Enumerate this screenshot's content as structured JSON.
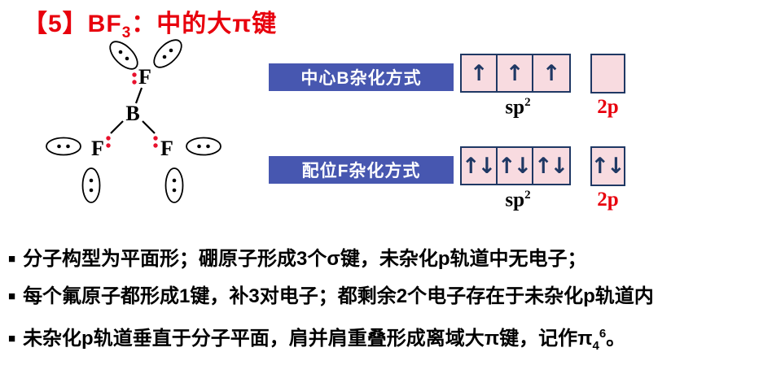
{
  "title": {
    "pre": "【5】BF",
    "sub": "3",
    "post": "：中的大π键"
  },
  "lewis": {
    "atoms": {
      "f_top": "F",
      "b": "B",
      "f_left": "F",
      "f_right": "F"
    }
  },
  "orbitals": {
    "rows": [
      {
        "label": "中心B杂化方式",
        "boxes": [
          "↑",
          "↑",
          "↑"
        ],
        "p_box": "",
        "sp_base": "sp",
        "sp_sup": "2",
        "p_label": "2p"
      },
      {
        "label": "配位F杂化方式",
        "boxes": [
          "↑↓",
          "↑↓",
          "↑↓"
        ],
        "p_box": "↑↓",
        "sp_base": "sp",
        "sp_sup": "2",
        "p_label": "2p"
      }
    ]
  },
  "bullets": [
    {
      "marker": "■",
      "text": "分子构型为平面形；硼原子形成3个σ键，未杂化p轨道中无电子；"
    },
    {
      "marker": "■",
      "text": "每个氟原子都形成1键，补3对电子；都剩余2个电子存在于未杂化p轨道内"
    },
    {
      "marker": "■",
      "text": "未杂化p轨道垂直于分子平面，肩并肩重叠形成离域大π键，记作π",
      "pi_sub": "4",
      "pi_sup": "6",
      "tail": "。"
    }
  ],
  "colors": {
    "title_red": "#e8000d",
    "label_blue": "#4757b0",
    "box_fill_pink": "#f8dbe0",
    "box_border_navy": "#1f3864",
    "arrow_navy": "#1f3864",
    "p_label_red": "#e8000d",
    "electron_dot_red": "#e8112d"
  }
}
